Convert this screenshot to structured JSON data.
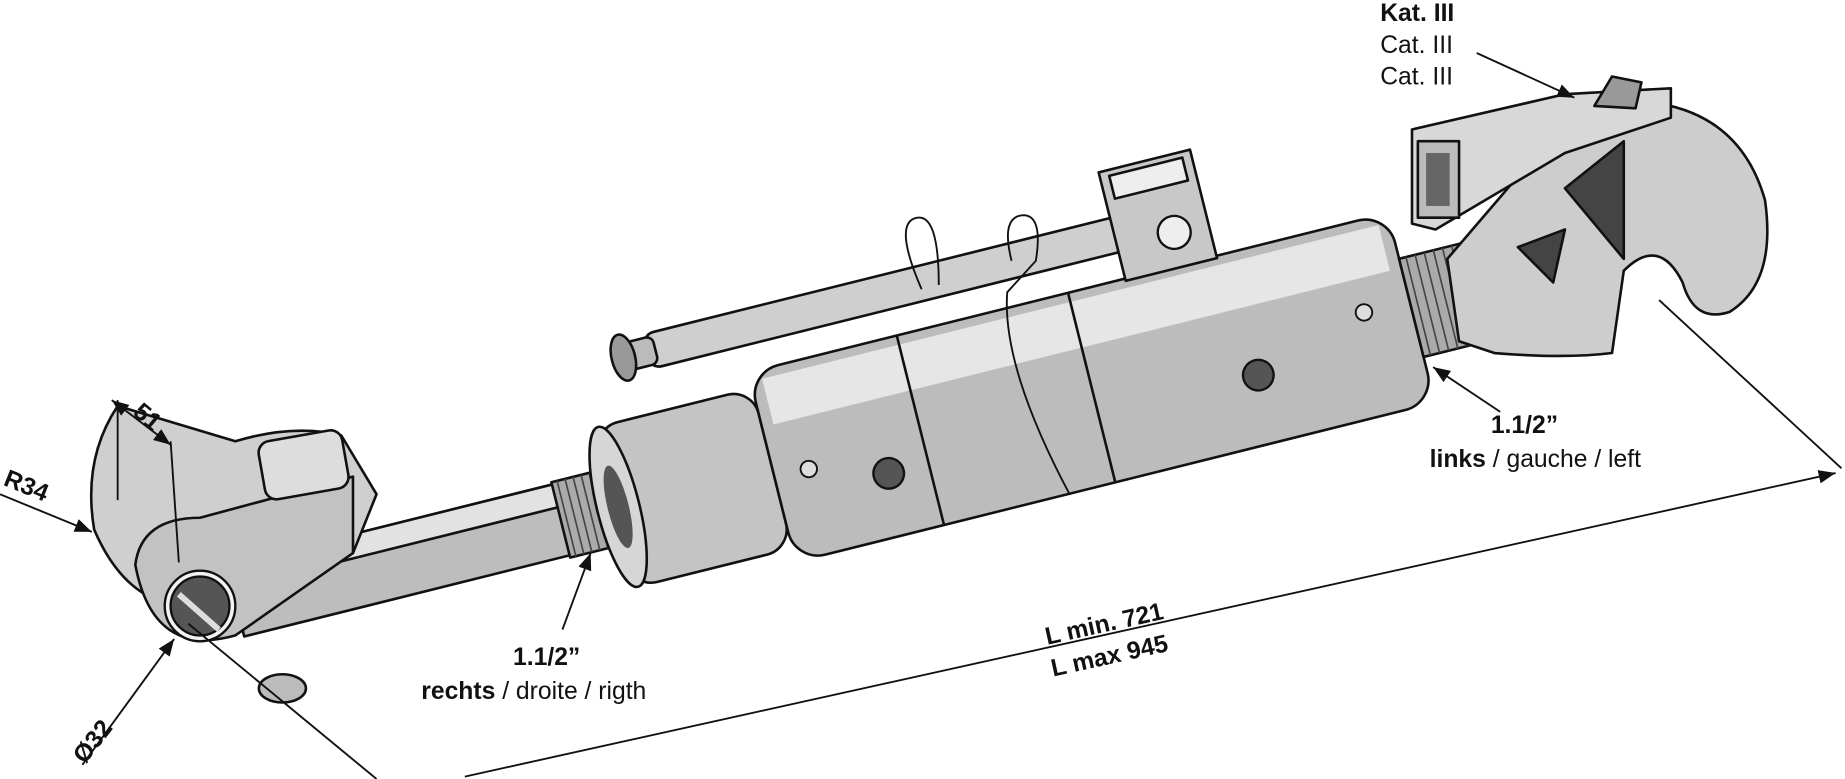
{
  "labels": {
    "category": {
      "de": "Kat. III",
      "fr": "Cat. III",
      "en": "Cat. III"
    },
    "thread_right_end": {
      "size": "1.1/2”",
      "de": "links",
      "rest": " / gauche / left"
    },
    "thread_left_end": {
      "size": "1.1/2”",
      "de": "rechts",
      "rest": " / droite / rigth"
    },
    "length_min": "L min. 721",
    "length_max": "L max 945",
    "radius": "R34",
    "width": "51",
    "bore": "Ø32"
  }
}
